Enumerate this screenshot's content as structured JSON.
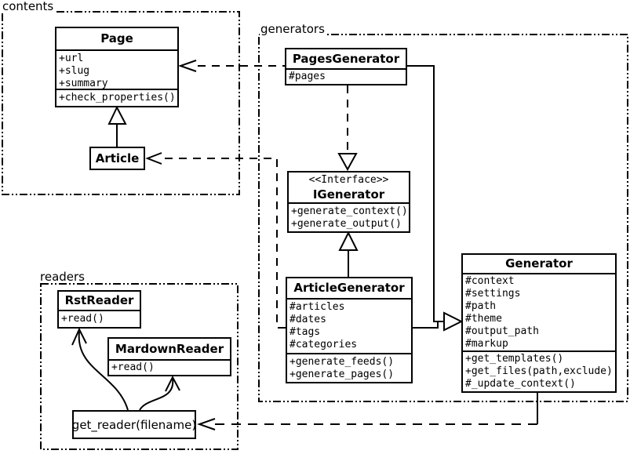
{
  "colors": {
    "line": "#000000",
    "background": "#ffffff"
  },
  "packages": {
    "contents": {
      "label": "contents"
    },
    "generators": {
      "label": "generators"
    },
    "readers": {
      "label": "readers"
    }
  },
  "classes": {
    "page": {
      "name": "Page",
      "attributes": [
        "+url",
        "+slug",
        "+summary"
      ],
      "methods": [
        "+check_properties()"
      ]
    },
    "article": {
      "name": "Article"
    },
    "pages_generator": {
      "name": "PagesGenerator",
      "attributes": [
        "#pages"
      ]
    },
    "igenerator": {
      "stereotype": "<<Interface>>",
      "name": "IGenerator",
      "methods": [
        "+generate_context()",
        "+generate_output()"
      ]
    },
    "article_generator": {
      "name": "ArticleGenerator",
      "attributes": [
        "#articles",
        "#dates",
        "#tags",
        "#categories"
      ],
      "methods": [
        "+generate_feeds()",
        "+generate_pages()"
      ]
    },
    "generator": {
      "name": "Generator",
      "attributes": [
        "#context",
        "#settings",
        "#path",
        "#theme",
        "#output_path",
        "#markup"
      ],
      "methods": [
        "+get_templates()",
        "+get_files(path,exclude)",
        "#_update_context()"
      ]
    },
    "rst_reader": {
      "name": "RstReader",
      "methods": [
        "+read()"
      ]
    },
    "markdown_reader": {
      "name": "MardownReader",
      "methods": [
        "+read()"
      ]
    },
    "get_reader": {
      "name": "get_reader(filename)"
    }
  },
  "relationships": [
    {
      "from": "Article",
      "to": "Page",
      "type": "generalization"
    },
    {
      "from": "PagesGenerator",
      "to": "Page",
      "type": "dependency"
    },
    {
      "from": "ArticleGenerator",
      "to": "Article",
      "type": "dependency"
    },
    {
      "from": "PagesGenerator",
      "to": "IGenerator",
      "type": "realization"
    },
    {
      "from": "ArticleGenerator",
      "to": "IGenerator",
      "type": "generalization"
    },
    {
      "from": "PagesGenerator",
      "to": "Generator",
      "type": "generalization"
    },
    {
      "from": "ArticleGenerator",
      "to": "Generator",
      "type": "generalization"
    },
    {
      "from": "Generator",
      "to": "get_reader(filename)",
      "type": "dependency"
    },
    {
      "from": "get_reader(filename)",
      "to": "RstReader",
      "type": "arrow"
    },
    {
      "from": "get_reader(filename)",
      "to": "MardownReader",
      "type": "arrow"
    }
  ]
}
